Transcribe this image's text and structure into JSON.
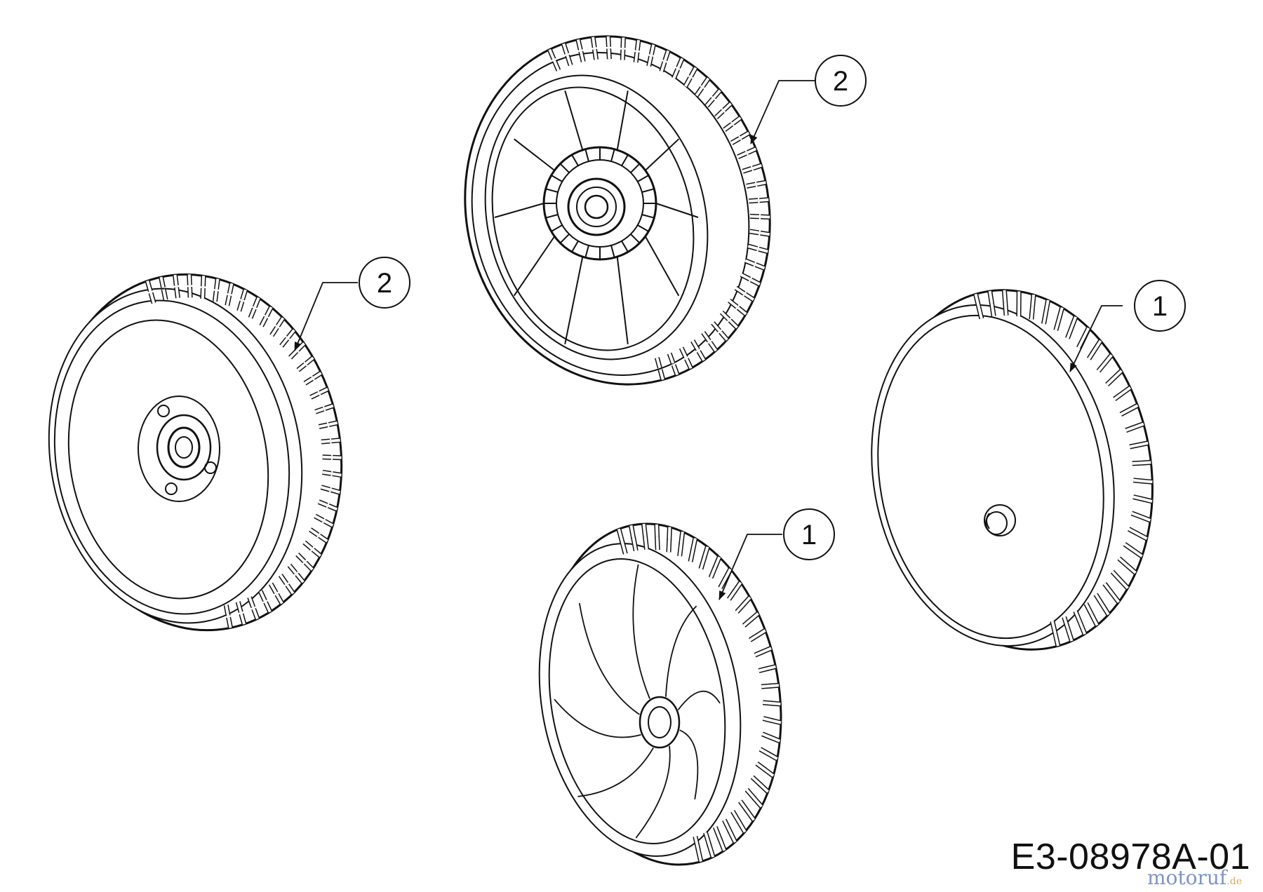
{
  "diagram": {
    "drawing_number": "E3-08978A-01",
    "watermark": {
      "text": "motoruf",
      "suffix": ".de"
    },
    "callouts": [
      {
        "id": "callout-front-wheel-top",
        "label": "2"
      },
      {
        "id": "callout-drive-wheel-left",
        "label": "2"
      },
      {
        "id": "callout-plain-wheel-right",
        "label": "1"
      },
      {
        "id": "callout-spoke-wheel-bottom",
        "label": "1"
      }
    ]
  }
}
